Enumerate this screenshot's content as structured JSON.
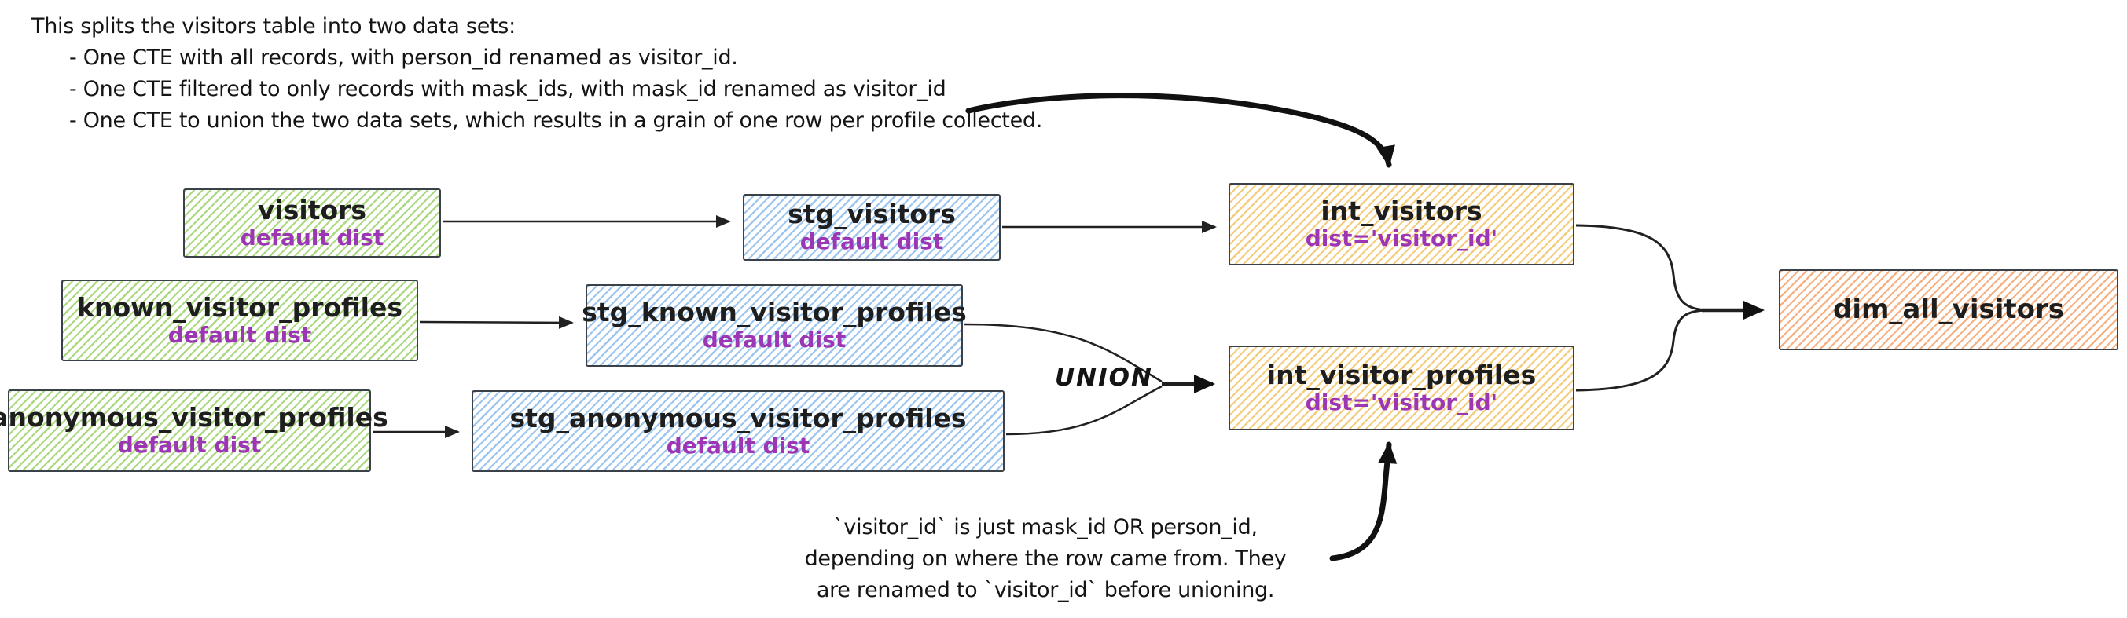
{
  "annotations": {
    "top": {
      "lines": [
        "This splits the visitors table into two data sets:",
        "- One CTE with all records, with person_id renamed as visitor_id.",
        "- One CTE filtered to only records with mask_ids, with mask_id renamed as visitor_id",
        "- One CTE to union the two data sets, which results in a grain of one row per profile collected."
      ]
    },
    "bottom": {
      "lines": [
        "`visitor_id` is just mask_id OR person_id,",
        "depending on where the row came from. They",
        "are renamed to `visitor_id` before unioning."
      ]
    }
  },
  "labels": {
    "union": "UNION"
  },
  "nodes": {
    "visitors": {
      "title": "visitors",
      "subtitle": "default dist"
    },
    "known_visitor_profiles": {
      "title": "known_visitor_profiles",
      "subtitle": "default dist"
    },
    "anonymous_visitor_profiles": {
      "title": "anonymous_visitor_profiles",
      "subtitle": "default dist"
    },
    "stg_visitors": {
      "title": "stg_visitors",
      "subtitle": "default dist"
    },
    "stg_known_visitor_profiles": {
      "title": "stg_known_visitor_profiles",
      "subtitle": "default dist"
    },
    "stg_anonymous_visitor_profiles": {
      "title": "stg_anonymous_visitor_profiles",
      "subtitle": "default dist"
    },
    "int_visitors": {
      "title": "int_visitors",
      "subtitle": "dist='visitor_id'"
    },
    "int_visitor_profiles": {
      "title": "int_visitor_profiles",
      "subtitle": "dist='visitor_id'"
    },
    "dim_all_visitors": {
      "title": "dim_all_visitors"
    }
  },
  "colors": {
    "source_hatch": "#abd97f",
    "staging_hatch": "#9cc6f0",
    "intermediate_hatch": "#f3cd7d",
    "dim_hatch": "#f6b183",
    "subtitle_text": "#9c36b5",
    "title_text": "#1e1e1e",
    "stroke": "#212121"
  }
}
